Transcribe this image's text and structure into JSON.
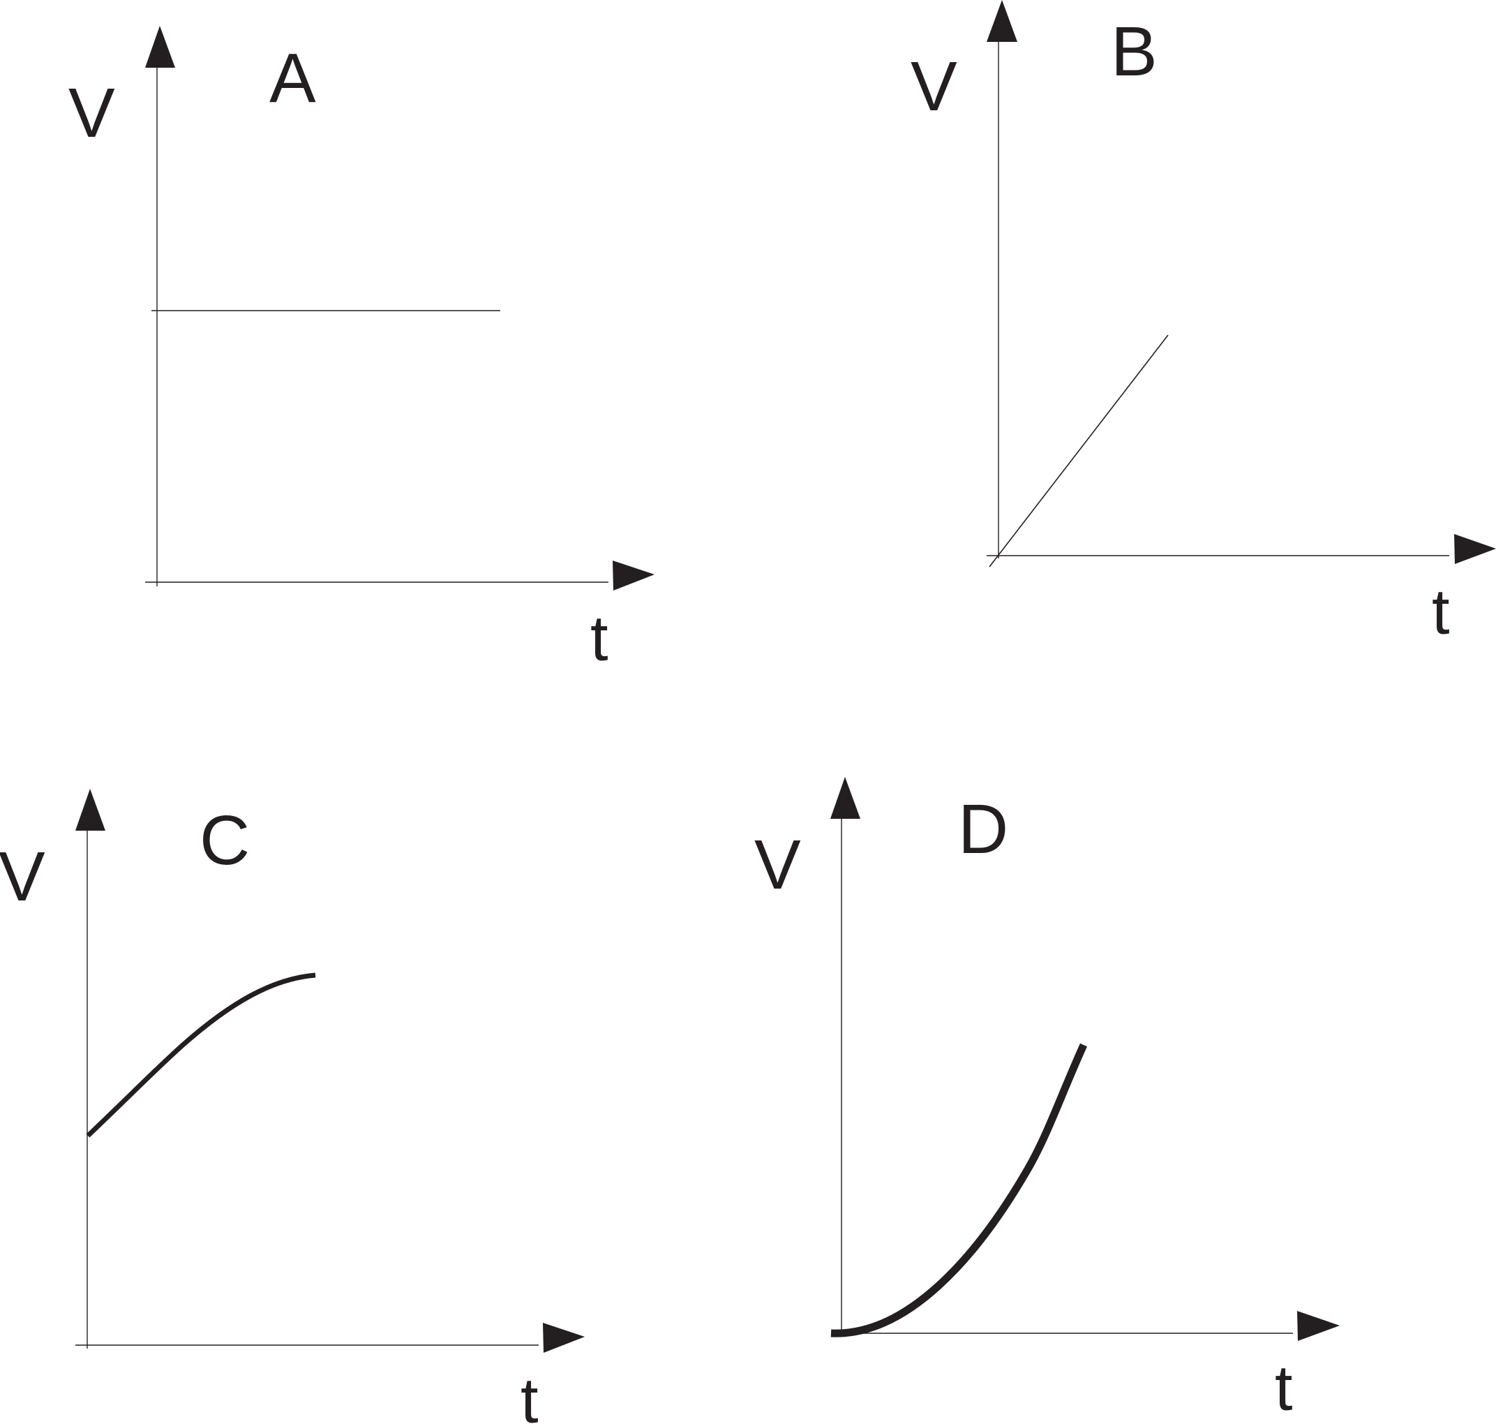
{
  "figure": {
    "panels": [
      {
        "id": "A",
        "title": "A",
        "y_axis_label": "V",
        "x_axis_label": "t",
        "curve": "constant"
      },
      {
        "id": "B",
        "title": "B",
        "y_axis_label": "V",
        "x_axis_label": "t",
        "curve": "linear-increasing"
      },
      {
        "id": "C",
        "title": "C",
        "y_axis_label": "V",
        "x_axis_label": "t",
        "curve": "concave-increasing"
      },
      {
        "id": "D",
        "title": "D",
        "y_axis_label": "V",
        "x_axis_label": "t",
        "curve": "convex-increasing"
      }
    ],
    "colors": {
      "ink": "#231f20",
      "background": "#ffffff"
    }
  }
}
